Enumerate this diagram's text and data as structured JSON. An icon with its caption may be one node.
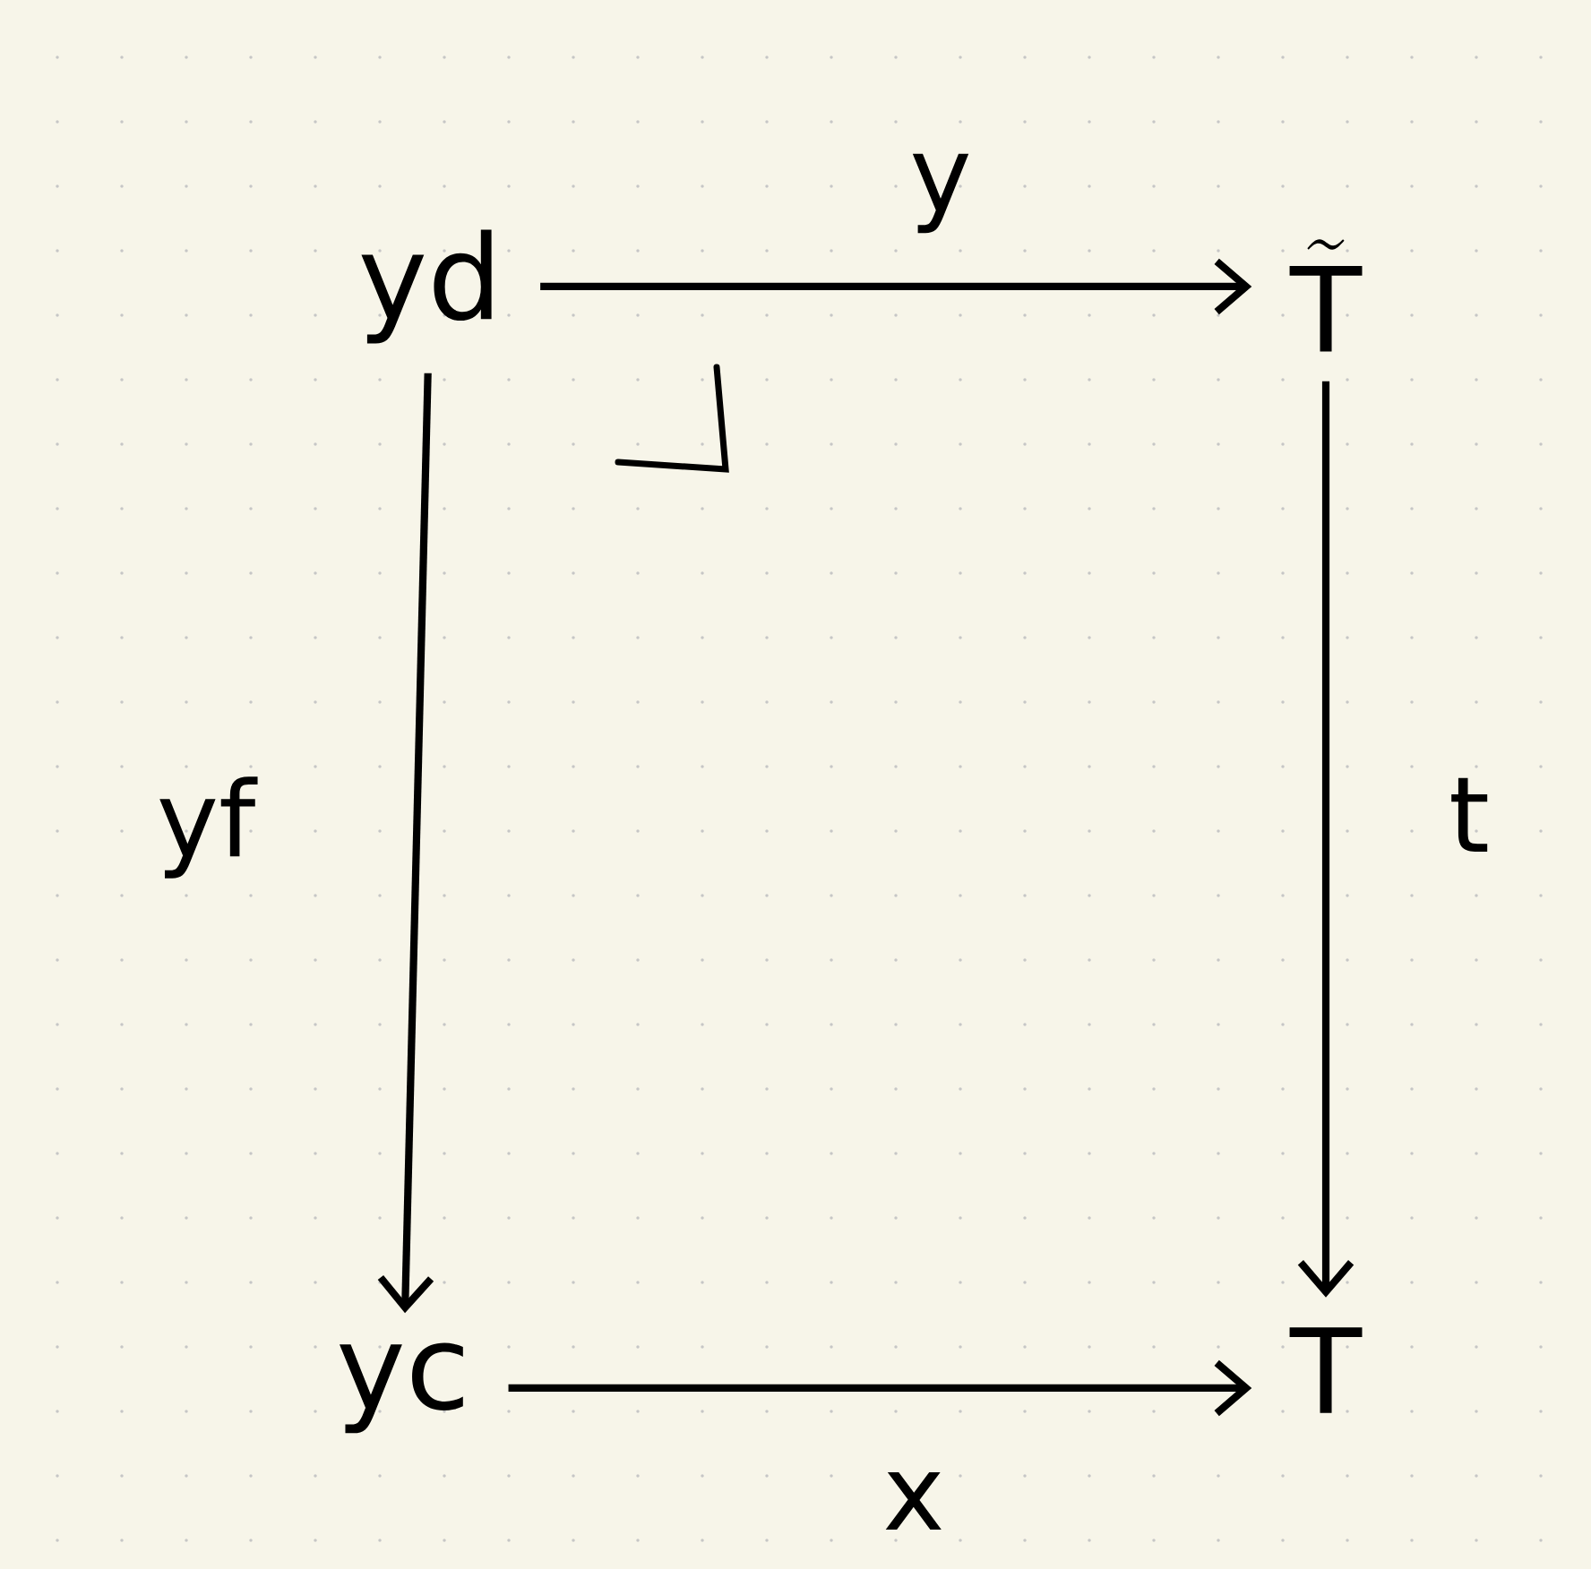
{
  "diagram": {
    "nodes": [
      {
        "text": [
          "yd"
        ]
      },
      {
        "text": [
          "\\tilde{\\mathrm{T}}"
        ]
      },
      {
        "text": [
          "yc"
        ]
      },
      {
        "text": [
          "T"
        ]
      }
    ],
    "edges": [
      {
        "from": 0,
        "to": 1,
        "arrow": "to",
        "label": "y"
      },
      {
        "from": 0,
        "to": 2,
        "arrow": "to",
        "label": "yf"
      },
      {
        "from": 1,
        "to": 3,
        "arrow": "to",
        "label": "t"
      },
      {
        "from": 2,
        "to": 3,
        "arrow": "to",
        "label": "x"
      }
    ]
  }
}
